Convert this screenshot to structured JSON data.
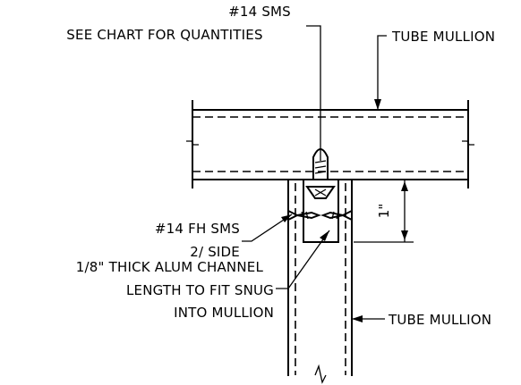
{
  "labels": {
    "sms_top_1": "#14 SMS",
    "sms_top_2": "SEE CHART FOR QUANTITIES",
    "tube_mullion_top": "TUBE MULLION",
    "fh_sms_1": "#14 FH SMS",
    "fh_sms_2": "2/ SIDE",
    "channel_1": "1/8\" THICK ALUM CHANNEL",
    "channel_2": "LENGTH TO FIT SNUG",
    "channel_3": "INTO MULLION",
    "tube_mullion_bottom": "TUBE MULLION",
    "dimension": "1\""
  },
  "colors": {
    "ink": "#000000",
    "paper": "#ffffff"
  }
}
